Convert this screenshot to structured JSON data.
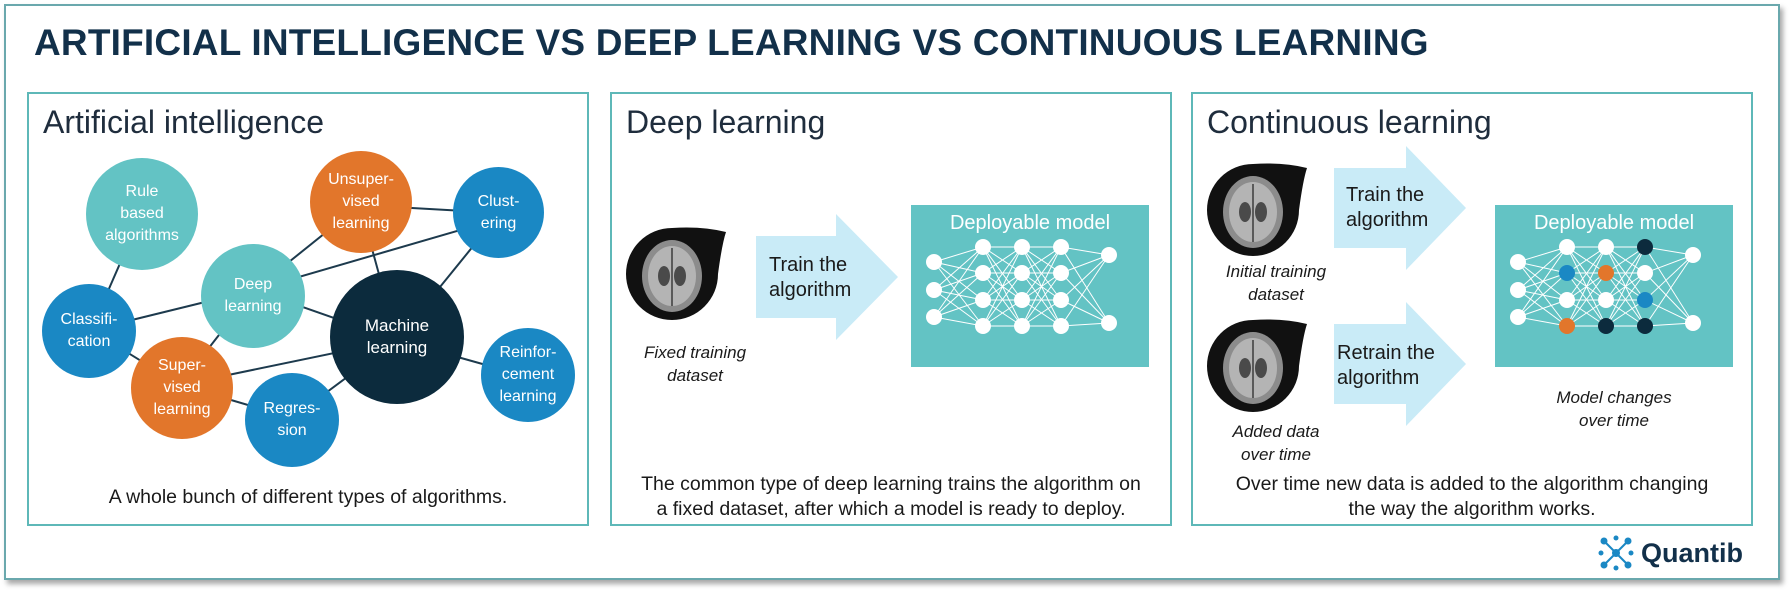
{
  "title": "ARTIFICIAL INTELLIGENCE VS DEEP LEARNING VS CONTINUOUS LEARNING",
  "panels": {
    "ai": {
      "title": "Artificial intelligence",
      "caption": "A whole bunch of different types of algorithms.",
      "bubbles": {
        "rule_based": "Rule\nbased\nalgorithms",
        "unsupervised": "Unsuper-\nvised\nlearning",
        "clustering": "Clust-\nering",
        "deep": "Deep\nlearning",
        "classification": "Classifi-\ncation",
        "machine": "Machine\nlearning",
        "supervised": "Super-\nvised\nlearning",
        "regression": "Regres-\nsion",
        "reinforcement": "Reinfor-\ncement\nlearning"
      }
    },
    "deep": {
      "title": "Deep learning",
      "input_label": "Fixed training\ndataset",
      "arrow_label": "Train the\nalgorithm",
      "model_title": "Deployable model",
      "caption_line1": "The common type of deep learning trains the algorithm on",
      "caption_line2": "a fixed dataset, after which a model is ready to deploy."
    },
    "continuous": {
      "title": "Continuous learning",
      "input1_label": "Initial training\ndataset",
      "input2_label": "Added data\nover time",
      "arrow1_label": "Train the\nalgorithm",
      "arrow2_label": "Retrain the\nalgorithm",
      "model_title": "Deployable model",
      "model_caption": "Model changes\nover time",
      "caption_line1": "Over time new data is added to the algorithm changing",
      "caption_line2": "the way the algorithm works."
    }
  },
  "logo": {
    "name": "Quantib"
  },
  "colors": {
    "teal_light": "#63c3c4",
    "orange": "#e2762b",
    "blue": "#1a88c4",
    "navy": "#0c2b3d",
    "model_bg": "#63c3c4",
    "arrow": "#c9ebf7"
  }
}
